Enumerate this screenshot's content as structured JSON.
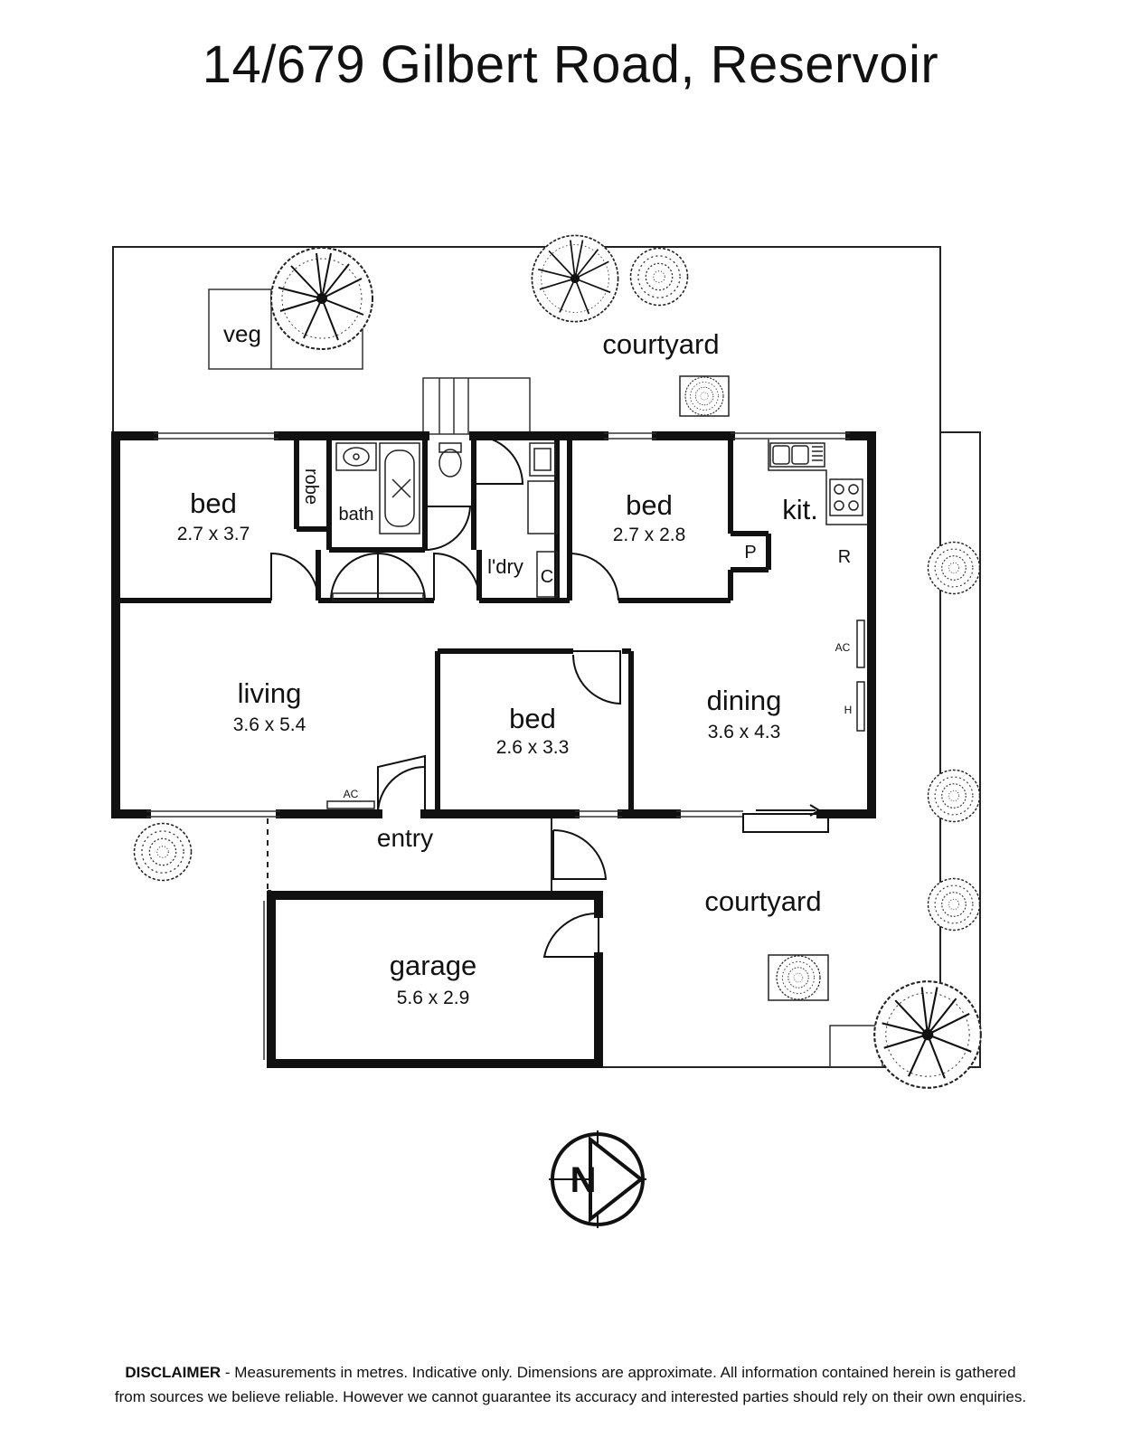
{
  "title": "14/679 Gilbert Road, Reservoir",
  "rooms": {
    "bed1": {
      "name": "bed",
      "dims": "2.7 x 3.7"
    },
    "robe": {
      "name": "robe"
    },
    "bath": {
      "name": "bath"
    },
    "laundry": {
      "name": "l'dry"
    },
    "cupboard": {
      "name": "C"
    },
    "bed2": {
      "name": "bed",
      "dims": "2.7 x 2.8"
    },
    "kitchen": {
      "name": "kit."
    },
    "pantry": {
      "name": "P"
    },
    "fridge": {
      "name": "R"
    },
    "living": {
      "name": "living",
      "dims": "3.6 x 5.4"
    },
    "bed3": {
      "name": "bed",
      "dims": "2.6 x 3.3"
    },
    "dining": {
      "name": "dining",
      "dims": "3.6 x 4.3"
    },
    "entry": {
      "name": "entry"
    },
    "garage": {
      "name": "garage",
      "dims": "5.6 x 2.9"
    },
    "veg": {
      "name": "veg"
    },
    "courtyard_rear": {
      "name": "courtyard"
    },
    "courtyard_front": {
      "name": "courtyard"
    }
  },
  "fixtures": {
    "ac_living": "AC",
    "ac_dining": "AC",
    "heater": "H"
  },
  "compass": {
    "letter": "N"
  },
  "disclaimer": {
    "lead": "DISCLAIMER",
    "line1": " - Measurements in metres. Indicative only. Dimensions are approximate. All information contained herein is gathered",
    "line2": "from sources we believe reliable. However we cannot guarantee its accuracy and interested parties should rely on their own enquiries."
  }
}
